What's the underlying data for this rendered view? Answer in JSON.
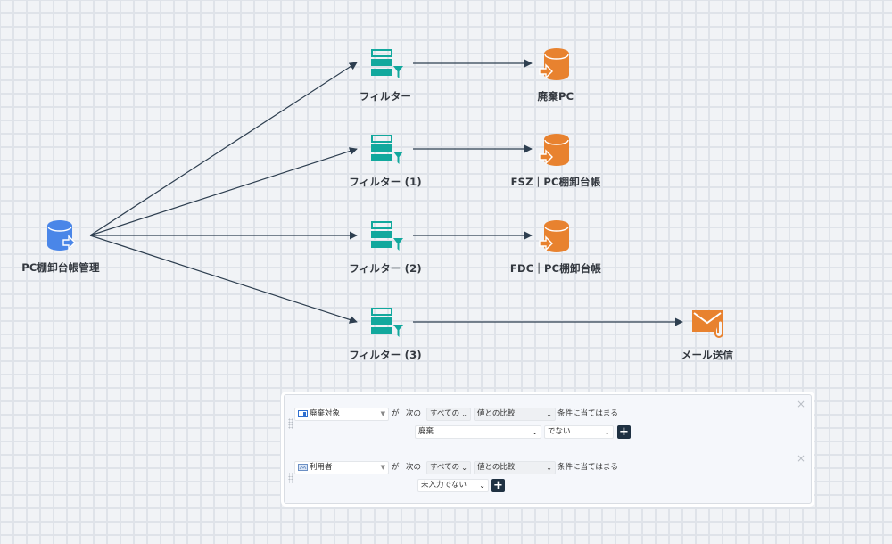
{
  "colors": {
    "source": "#4a86e8",
    "filter": "#12a89d",
    "output": "#e8822f",
    "edge": "#2e3f50"
  },
  "nodes": {
    "source": {
      "label": "PC棚卸台帳管理",
      "icon": "database-export-icon"
    },
    "filter0": {
      "label": "フィルター",
      "icon": "filter-icon"
    },
    "filter1": {
      "label": "フィルター (1)",
      "icon": "filter-icon"
    },
    "filter2": {
      "label": "フィルター (2)",
      "icon": "filter-icon"
    },
    "filter3": {
      "label": "フィルター (3)",
      "icon": "filter-icon"
    },
    "output0": {
      "label": "廃棄PC",
      "icon": "database-import-icon"
    },
    "output1": {
      "label": "FSZ｜PC棚卸台帳",
      "icon": "database-import-icon"
    },
    "output2": {
      "label": "FDC｜PC棚卸台帳",
      "icon": "database-import-icon"
    },
    "output3": {
      "label": "メール送信",
      "icon": "mail-attachment-icon"
    }
  },
  "edges": [
    [
      "source",
      "filter0"
    ],
    [
      "source",
      "filter1"
    ],
    [
      "source",
      "filter2"
    ],
    [
      "source",
      "filter3"
    ],
    [
      "filter0",
      "output0"
    ],
    [
      "filter1",
      "output1"
    ],
    [
      "filter2",
      "output2"
    ],
    [
      "filter3",
      "output3"
    ]
  ],
  "filter_panel": {
    "rules": [
      {
        "field": "廃棄対象",
        "field_icon": "checkbox-field-icon",
        "particle": "が",
        "next": "次の",
        "quantifier": "すべての",
        "comparison": "値との比較",
        "suffix": "条件に当てはまる",
        "value": "廃棄",
        "operator": "でない",
        "add_label": "+",
        "close_label": "×"
      },
      {
        "field": "利用者",
        "field_icon": "user-field-icon",
        "particle": "が",
        "next": "次の",
        "quantifier": "すべての",
        "comparison": "値との比較",
        "suffix": "条件に当てはまる",
        "operator": "未入力でない",
        "add_label": "+",
        "close_label": "×"
      }
    ]
  }
}
